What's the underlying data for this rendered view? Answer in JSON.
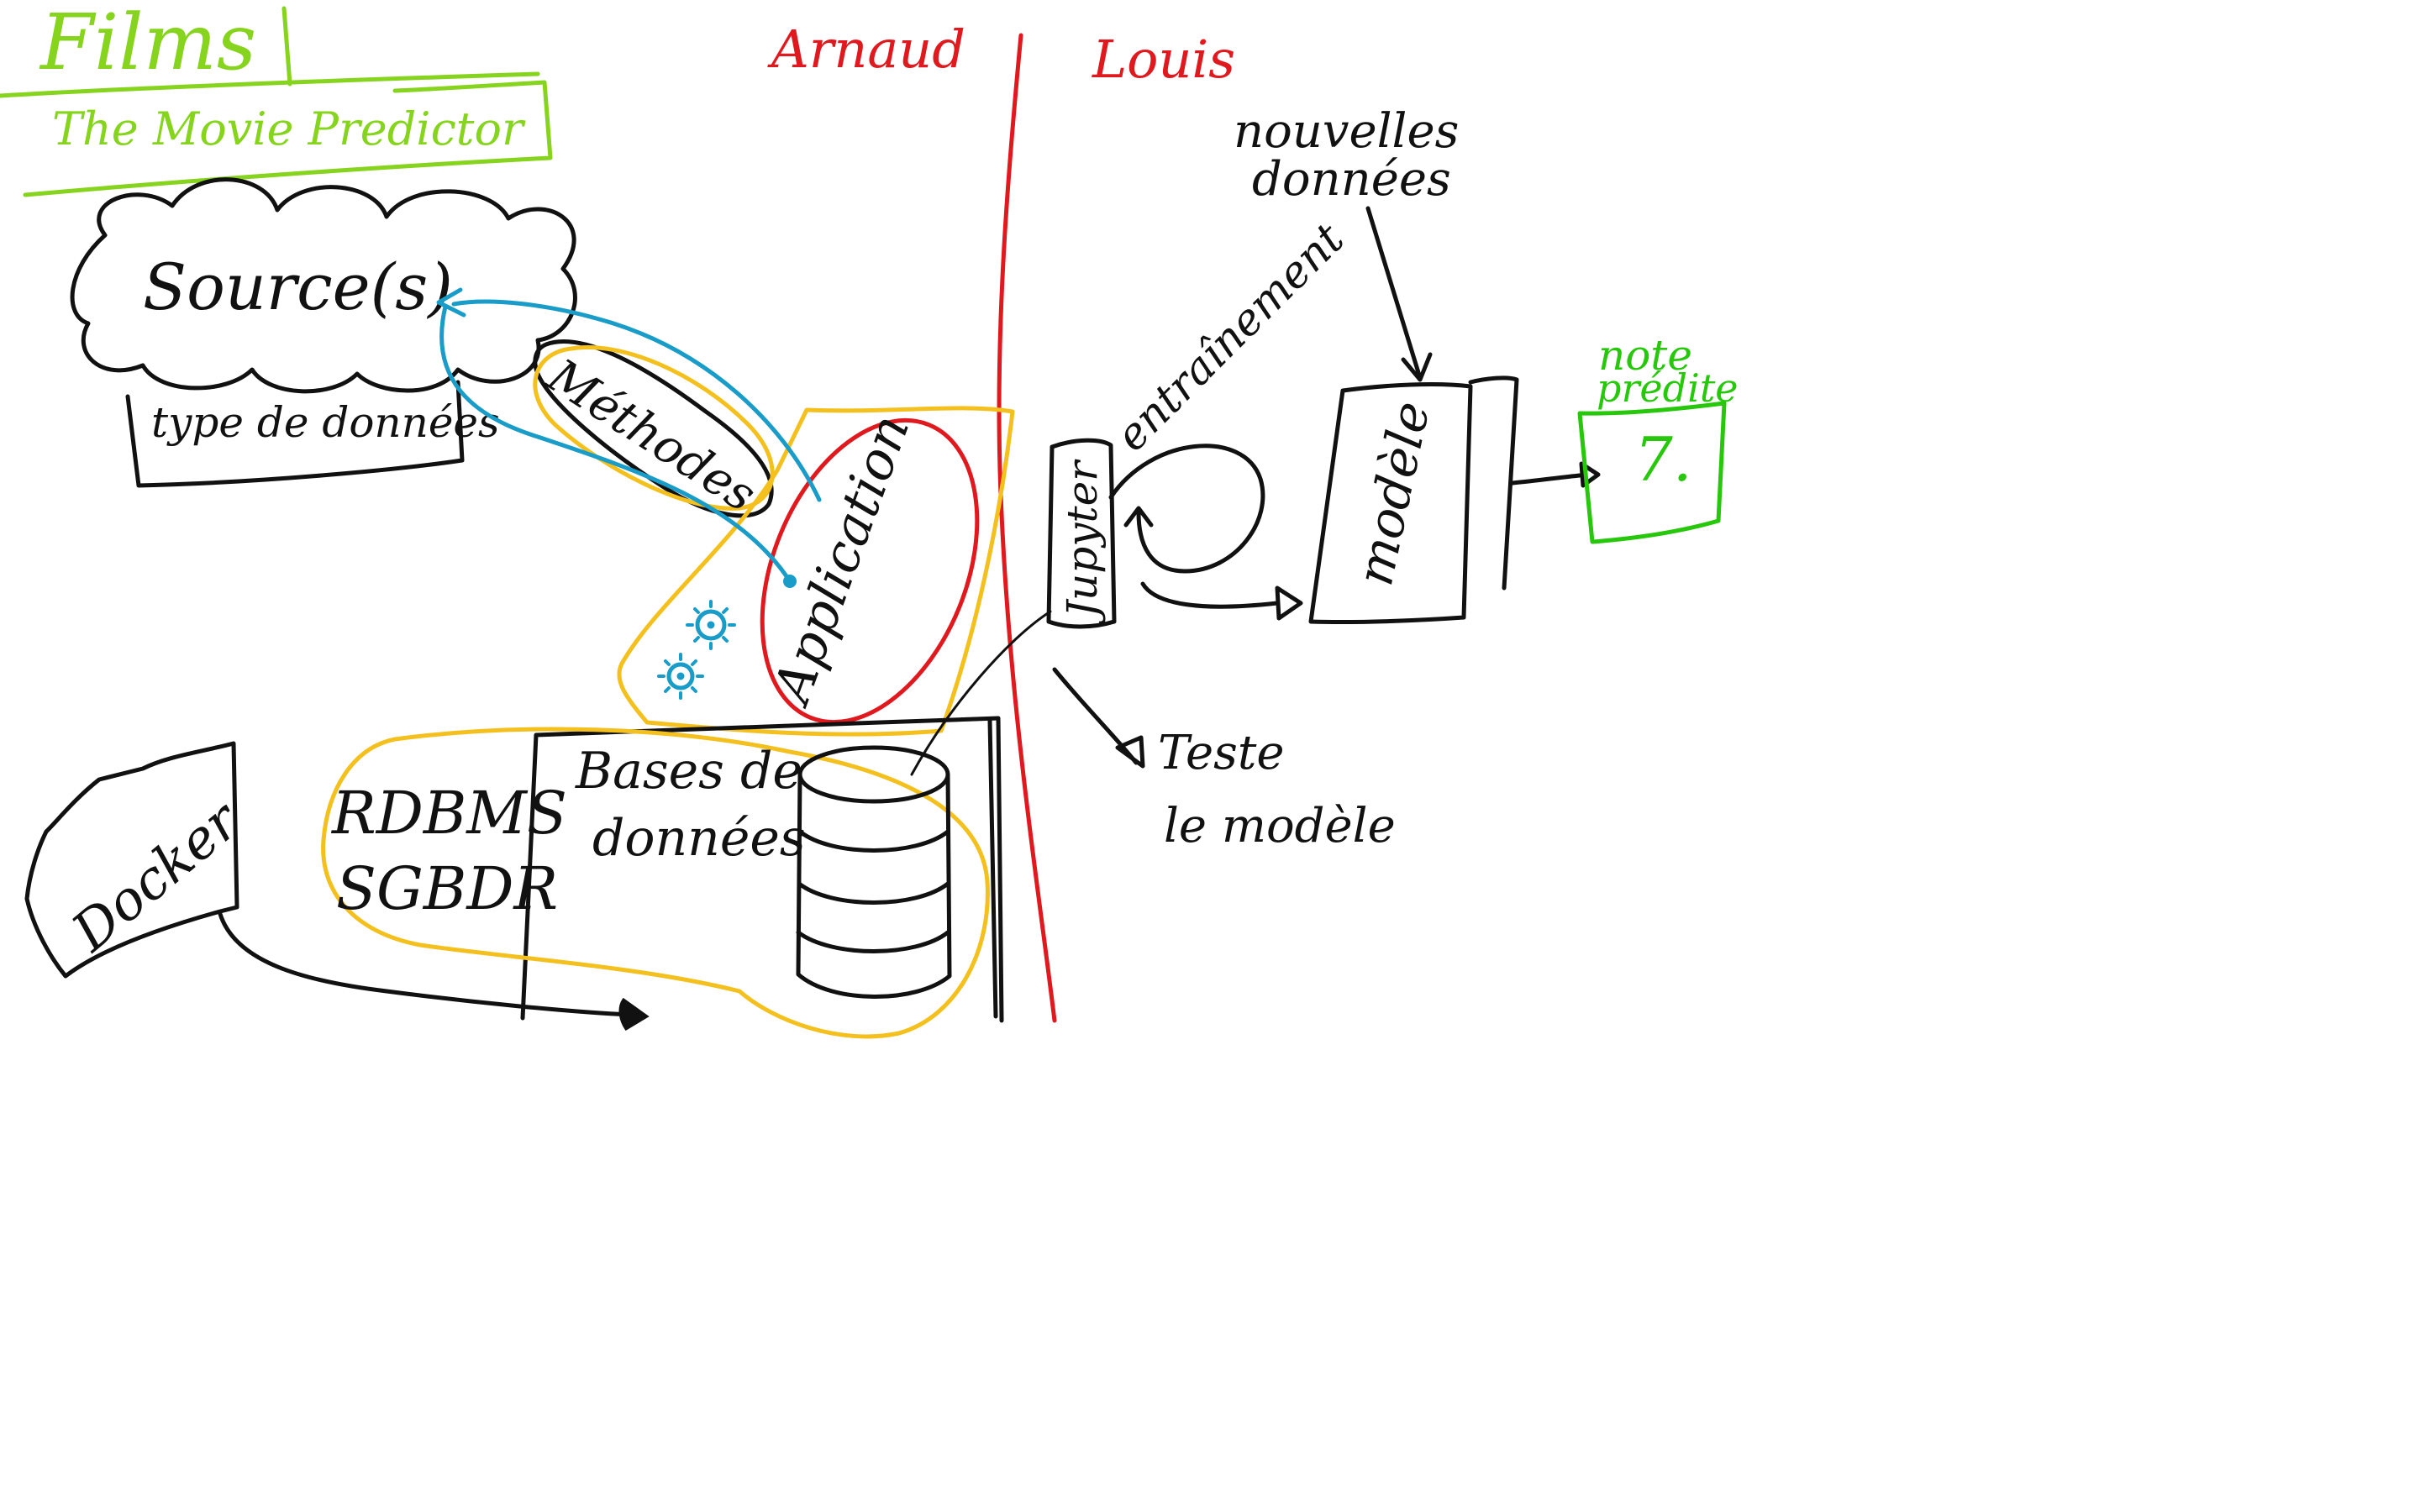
{
  "colors": {
    "black": "#111111",
    "lime": "#86d41e",
    "green": "#27c80c",
    "red": "#e0191f",
    "yellow": "#f4c01d",
    "blue": "#1a9cc9"
  },
  "header": {
    "title": "Films",
    "subtitle": "The Movie Predictor"
  },
  "columns": {
    "left": "Arnaud",
    "right": "Louis"
  },
  "nodes": {
    "sources": "Source(s)",
    "data_types": "type de données",
    "methods": "Méthodes",
    "application": "Application",
    "docker": "Docker",
    "rdbms": "RDBMS",
    "sgbdr": "SGBDR",
    "databases_line1": "Bases de",
    "databases_line2": "données",
    "jupyter": "Jupyter",
    "training": "entraînement",
    "new_data_line1": "nouvelles",
    "new_data_line2": "données",
    "model": "modèle",
    "predicted_line1": "note",
    "predicted_line2": "prédite",
    "predicted_value": "7.",
    "test_line1": "Teste",
    "test_line2": "le modèle"
  },
  "icons": {
    "gears": "gears-icon",
    "database": "database-cylinder-icon"
  }
}
